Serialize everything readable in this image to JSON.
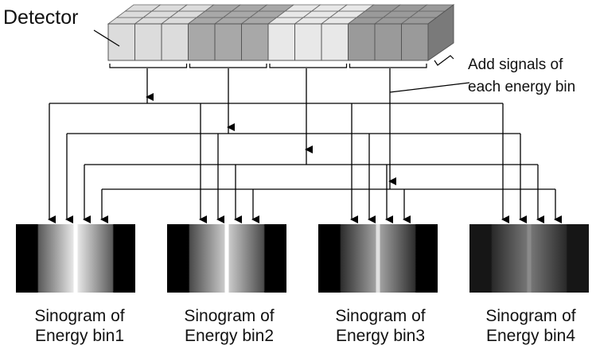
{
  "detector_label": "Detector",
  "note": {
    "line1": "Add signals of",
    "line2": "each energy bin"
  },
  "bins": [
    {
      "caption_line1": "Sinogram of",
      "caption_line2": "Energy bin1",
      "block_color": "#dcdcdc",
      "bar_color": "#ffffff",
      "sinogram_bg": "#000000",
      "sinogram_mid": "#f0f0f0",
      "sinogram_edge": "#5a5a5a"
    },
    {
      "caption_line1": "Sinogram of",
      "caption_line2": "Energy bin2",
      "block_color": "#a8a8a8",
      "bar_color": "#ffffff",
      "sinogram_bg": "#000000",
      "sinogram_mid": "#d2d2d2",
      "sinogram_edge": "#4a4a4a"
    },
    {
      "caption_line1": "Sinogram of",
      "caption_line2": "Energy bin3",
      "block_color": "#e8e8e8",
      "bar_color": "#e0e0e0",
      "sinogram_bg": "#000000",
      "sinogram_mid": "#a8a8a8",
      "sinogram_edge": "#2e2e2e"
    },
    {
      "caption_line1": "Sinogram of",
      "caption_line2": "Energy bin4",
      "block_color": "#9a9a9a",
      "bar_color": "#8a8a8a",
      "sinogram_bg": "#161616",
      "sinogram_mid": "#7a7a7a",
      "sinogram_edge": "#2a2a2a"
    }
  ]
}
